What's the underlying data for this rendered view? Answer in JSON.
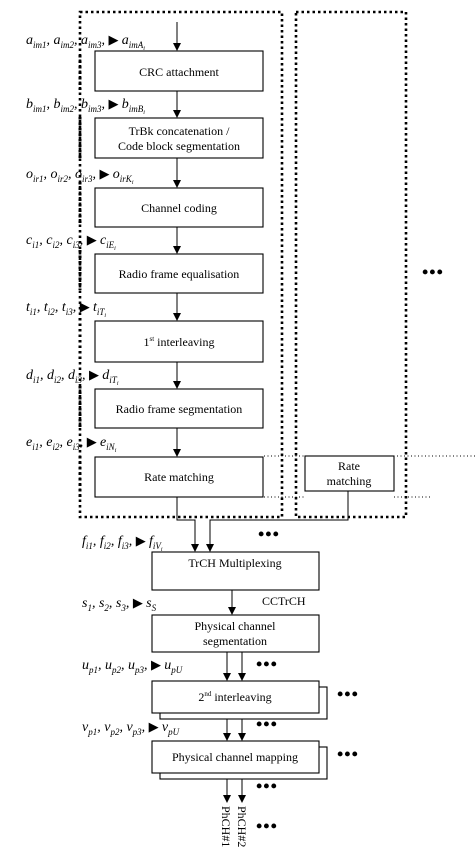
{
  "blocks": {
    "crc": "CRC attachment",
    "trbk_line1": "TrBk concatenation /",
    "trbk_line2": "Code block segmentation",
    "channel_coding": "Channel coding",
    "radio_frame_eq": "Radio frame equalisation",
    "interleaving1_num": "1",
    "interleaving1_sup": "st",
    "interleaving1_text": " interleaving",
    "radio_frame_seg": "Radio frame segmentation",
    "rate_matching": "Rate matching",
    "rate_matching2_line1": "Rate",
    "rate_matching2_line2": "matching",
    "trch_mux": "TrCH Multiplexing",
    "phys_seg_line1": "Physical channel",
    "phys_seg_line2": "segmentation",
    "interleaving2_num": "2",
    "interleaving2_sup": "nd",
    "interleaving2_text": " interleaving",
    "phys_mapping": "Physical channel mapping"
  },
  "sequences": {
    "a": "a_im1, a_im2, a_im3, ▶ , a_imA_i",
    "b": "b_im1, b_im2, b_im3, ▶ , b_imB_i",
    "o": "o_ir1, o_ir2, o_ir3, ▶ , o_irK_i",
    "c": "c_i1, c_i2, c_i3, ▶ , c_iE_i",
    "t": "t_i1, t_i2, t_i3, ▶ , t_iT_i",
    "d": "d_i1, d_i2, d_i3, ▶ , d_iT_i",
    "e": "e_i1, e_i2, e_i3, ▶ , e_iN_i",
    "f": "f_i1, f_i2, f_i3, ▶ , f_iV_i",
    "s": "s_1, s_2, s_3, ▶ , s_S",
    "u": "u_p1, u_p2, u_p3, ▶ , u_pU",
    "v": "v_p1, v_p2, v_p3, ▶ , v_pU"
  },
  "labels": {
    "cctrch": "CCTrCH",
    "phch1": "PhCH#1",
    "phch2": "PhCH#2",
    "ellipsis": "•••"
  },
  "icons": {
    "sequence_marker": "right-triangle-icon"
  }
}
